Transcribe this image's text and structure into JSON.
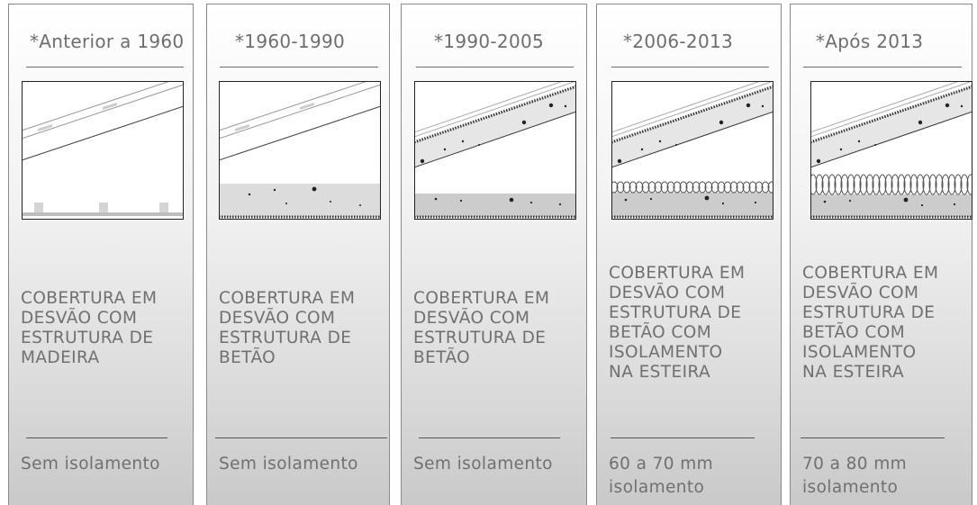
{
  "panels": [
    {
      "period": "*Anterior a 1960",
      "description": [
        "COBERTURA EM",
        "DESVÃO COM",
        "ESTRUTURA DE",
        "MADEIRA"
      ],
      "insulation": "Sem isolamento",
      "variant": "timber"
    },
    {
      "period": "*1960-1990",
      "description": [
        "COBERTURA EM",
        "DESVÃO COM",
        "ESTRUTURA DE",
        "BETÃO"
      ],
      "insulation": "Sem isolamento",
      "variant": "concrete"
    },
    {
      "period": "*1990-2005",
      "description": [
        "COBERTURA EM",
        "DESVÃO COM",
        "ESTRUTURA DE",
        "BETÃO"
      ],
      "insulation": "Sem isolamento",
      "variant": "concrete-slope"
    },
    {
      "period": "*2006-2013",
      "description": [
        "COBERTURA EM",
        "DESVÃO COM",
        "ESTRUTURA DE",
        "BETÃO COM",
        "ISOLAMENTO",
        "NA ESTEIRA"
      ],
      "insulation": "60 a 70 mm isolamento",
      "variant": "insulated-thin"
    },
    {
      "period": "*Após 2013",
      "description": [
        "COBERTURA EM",
        "DESVÃO COM",
        "ESTRUTURA DE",
        "BETÃO COM",
        "ISOLAMENTO",
        "NA ESTEIRA"
      ],
      "insulation": "70 a 80 mm isolamento",
      "variant": "insulated-thick"
    }
  ]
}
